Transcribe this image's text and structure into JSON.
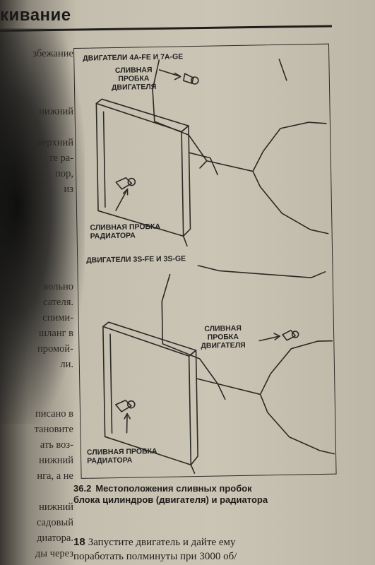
{
  "header": {
    "title": "кивание"
  },
  "left_column_fragments": [
    "збежание",
    "нижний",
    "верхний",
    "те ра-",
    "пор,",
    "из",
    "вольно",
    "сателя.",
    "спими-",
    "шланг в",
    "промой-",
    "ли.",
    "писано в",
    "тановите",
    "ать воз-",
    "нижний",
    "нга, а не",
    "нижний",
    "садовый",
    "диатора.",
    "ды через"
  ],
  "figure": {
    "top_section_label": "ДВИГАТЕЛИ 4A-FE И 7A-GE",
    "top_engine_plug_label": [
      "СЛИВНАЯ",
      "ПРОБКА",
      "ДВИГАТЕЛЯ"
    ],
    "top_radiator_plug_label": [
      "СЛИВНАЯ ПРОБКА",
      "РАДИАТОРА"
    ],
    "bottom_section_label": "ДВИГАТЕЛИ 3S-FE И 3S-GE",
    "bottom_engine_plug_label": [
      "СЛИВНАЯ",
      "ПРОБКА",
      "ДВИГАТЕЛЯ"
    ],
    "bottom_radiator_plug_label": [
      "СЛИВНАЯ ПРОБКА",
      "РАДИАТОРА"
    ]
  },
  "caption": {
    "number": "36.2",
    "line1": "Местоположения сливных пробок",
    "line2": "блока цилиндров (двигателя) и радиатора"
  },
  "step": {
    "number": "18",
    "line1": "Запустите двигатель и дайте ему",
    "line2": "поработать полминуты при 3000 об/"
  }
}
